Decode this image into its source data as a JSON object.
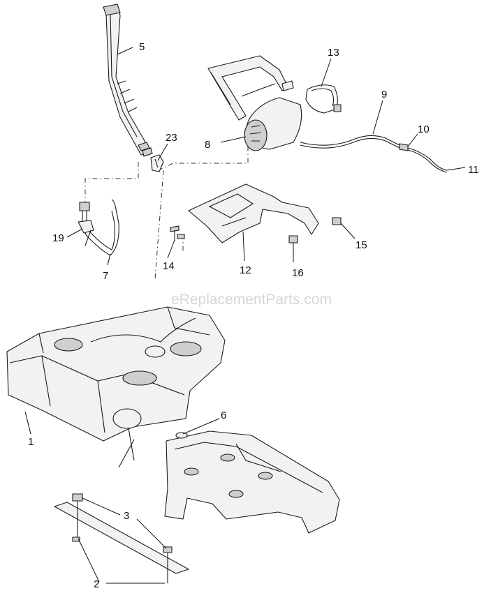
{
  "watermark": "eReplacementParts.com",
  "callouts": {
    "c1": "1",
    "c2": "2",
    "c3": "3",
    "c5": "5",
    "c6": "6",
    "c7": "7",
    "c8": "8",
    "c9": "9",
    "c10": "10",
    "c11": "11",
    "c12": "12",
    "c13": "13",
    "c14": "14",
    "c15": "15",
    "c16": "16",
    "c19": "19",
    "c23": "23"
  }
}
